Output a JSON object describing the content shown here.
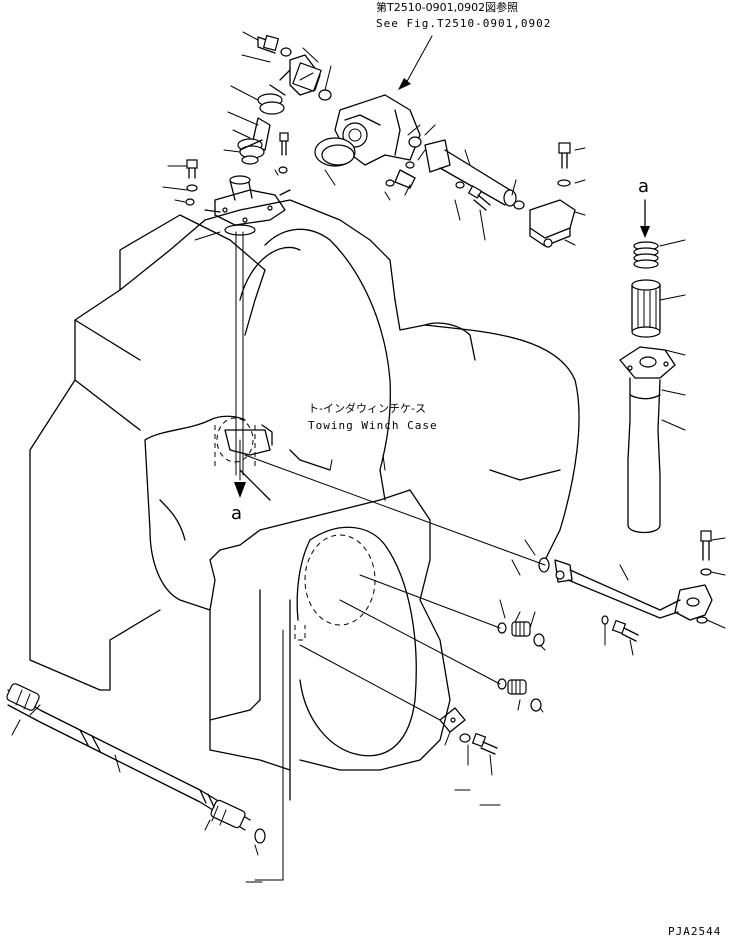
{
  "labels": {
    "ref_jp": "第T2510-0901,0902図参照",
    "ref_en": "See Fig.T2510-0901,0902",
    "case_jp": "ト-インダウィンチケ-ス",
    "case_en": "Towing Winch Case",
    "marker_top": "a",
    "marker_mid": "a",
    "drawing_no": "PJA2544"
  }
}
